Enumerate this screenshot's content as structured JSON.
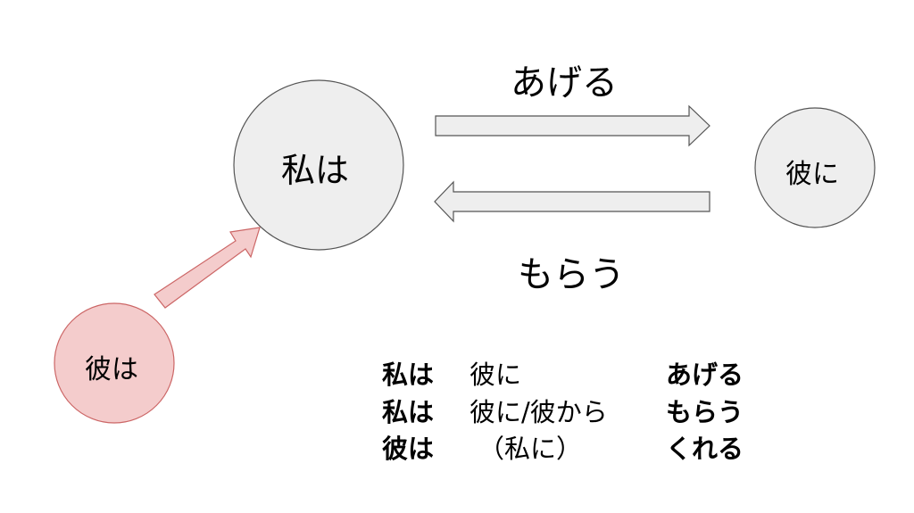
{
  "diagram": {
    "nodes": {
      "watashi_wa": "私は",
      "kare_ni": "彼に",
      "kare_wa": "彼は"
    },
    "arrows": {
      "give_label": "あげる",
      "receive_label": "もらう"
    },
    "colors": {
      "node_fill": "#eeeeee",
      "node_stroke": "#555555",
      "highlight_fill": "#f4cccc",
      "highlight_stroke": "#cc6666"
    }
  },
  "summary": {
    "rows": [
      {
        "subject": "私は",
        "object": "彼に",
        "verb": "あげる"
      },
      {
        "subject": "私は",
        "object": "彼に/彼から",
        "verb": "もらう"
      },
      {
        "subject": "彼は",
        "object": "（私に）",
        "verb": "くれる"
      }
    ]
  }
}
